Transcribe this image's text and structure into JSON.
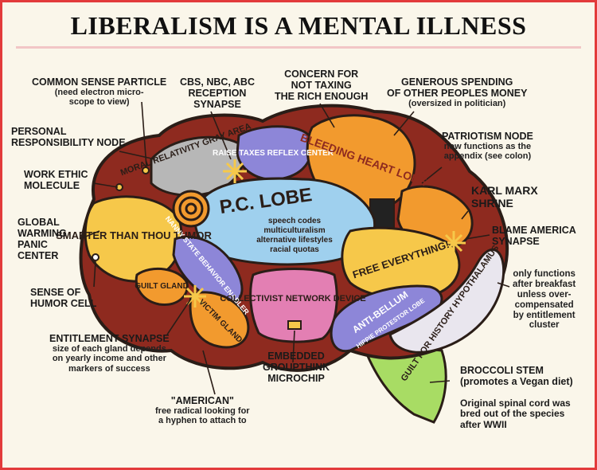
{
  "title": "LIBERALISM IS A MENTAL ILLNESS",
  "lobes": {
    "moral_relativity": "MORAL RELATIVITY GRAY AREA",
    "raise_taxes": "RAISE TAXES REFLEX CENTER",
    "bleeding_heart": "BLEEDING HEART LOBE",
    "pc_lobe_title": "P.C. LOBE",
    "pc_lobe_sub": [
      "speech codes",
      "multiculturalism",
      "alternative lifestyles",
      "racial quotas"
    ],
    "smarter": "SMARTER THAN THOU TUMOR",
    "nanny_state": "NANNY STATE BEHAVIOR ENABLER",
    "guilt_gland": "GUILT GLAND",
    "victim_gland": "VICTIM GLAND",
    "collectivist": "COLLECTIVIST NETWORK DEVICE",
    "free_everything": "FREE EVERYTHING!",
    "anti_bellum": "ANTI-BELLUM",
    "hippie_protestor": "HIPPIE PROTESTOR LOBE",
    "guilt_history": "GUILT FOR HISTORY HYPOTHALAMUS"
  },
  "labels": {
    "common_sense": "COMMON SENSE PARTICLE",
    "common_sense_note": [
      "(need electron micro-",
      "scope to view)"
    ],
    "cbs": [
      "CBS, NBC, ABC",
      "RECEPTION",
      "SYNAPSE"
    ],
    "concern": [
      "CONCERN FOR",
      "NOT TAXING",
      "THE RICH ENOUGH"
    ],
    "generous": [
      "GENEROUS SPENDING",
      "OF OTHER PEOPLES MONEY"
    ],
    "generous_note": "(oversized in politician)",
    "personal": [
      "PERSONAL",
      "RESPONSIBILITY NODE"
    ],
    "patriotism": "PATRIOTISM NODE",
    "patriotism_note": [
      "now functions as the",
      "appendix (see colon)"
    ],
    "work_ethic": [
      "WORK ETHIC",
      "MOLECULE"
    ],
    "karl_marx": [
      "KARL MARX",
      "SHRINE"
    ],
    "global": [
      "GLOBAL",
      "WARMING",
      "PANIC",
      "CENTER"
    ],
    "blame": [
      "BLAME AMERICA",
      "SYNAPSE"
    ],
    "sense_humor": [
      "SENSE OF",
      "HUMOR CELL"
    ],
    "only_functions": [
      "only functions",
      "after breakfast",
      "unless over-",
      "compensated",
      "by entitlement",
      "cluster"
    ],
    "entitlement": "ENTITLEMENT SYNAPSE",
    "entitlement_note": [
      "size of each gland depends",
      "on yearly income and other",
      "markers of success"
    ],
    "embedded": [
      "EMBEDDED",
      "GROUPTHINK",
      "MICROCHIP"
    ],
    "broccoli": "BROCCOLI STEM",
    "broccoli_note": "(promotes a Vegan diet)",
    "american": "\"AMERICAN\"",
    "american_note": [
      "free radical looking for",
      "a hyphen to attach to"
    ],
    "spinal": [
      "Original spinal cord was",
      "bred out of the species",
      "after WWII"
    ]
  },
  "colors": {
    "border": "#e23b3b",
    "background": "#faf6ea",
    "outline": "#2a1d17",
    "orange": "#f29a2e",
    "gold": "#f6c84a",
    "gray": "#b7b7b7",
    "purple": "#8d86d8",
    "light_blue": "#9fd0ee",
    "pink": "#e37fb3",
    "green": "#a8dc64",
    "red_brown": "#8e2a1f"
  }
}
